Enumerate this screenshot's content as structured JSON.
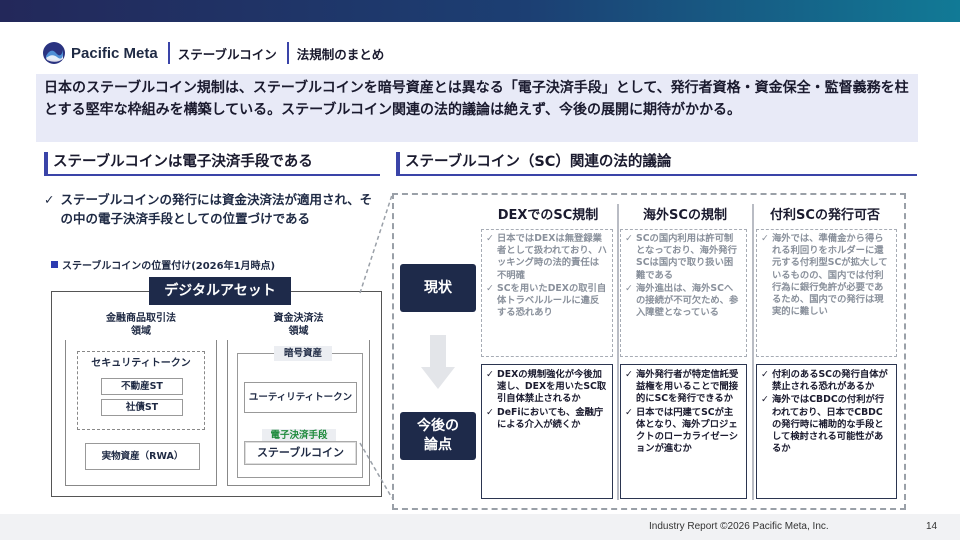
{
  "header": {
    "logo_text": "Pacific Meta",
    "breadcrumb": [
      "ステーブルコイン",
      "法規制のまとめ"
    ]
  },
  "summary": "日本のステーブルコイン規制は、ステーブルコインを暗号資産とは異なる「電子決済手段」として、発行者資格・資金保全・監督義務を柱とする堅牢な枠組みを構築している。ステーブルコイン関連の法的議論は絶えず、今後の展開に期待がかかる。",
  "left": {
    "title": "ステーブルコインは電子決済手段である",
    "check_mark": "✓",
    "text": "ステーブルコインの発行には資金決済法が適用され、その中の電子決済手段としての位置づけである",
    "position_label": "ステーブルコインの位置付け(2026年1月時点)",
    "diagram": {
      "title": "デジタルアセット",
      "fi_law": "金融商品取引法\n領域",
      "security_token": "セキュリティトークン",
      "real_estate_st": "不動産ST",
      "bond_st": "社債ST",
      "rwa": "実物資産（RWA）",
      "payment_law": "資金決済法\n領域",
      "crypto_asset": "暗号資産",
      "utility_token": "ユーティリティトークン",
      "e_payment": "電子決済手段",
      "stablecoin": "ステーブルコイン"
    }
  },
  "right": {
    "title": "ステーブルコイン（SC）関連の法的議論",
    "columns": [
      "DEXでのSC規制",
      "海外SCの規制",
      "付利SCの発行可否"
    ],
    "rows": [
      "現状",
      "今後の\n論点"
    ],
    "current": [
      [
        "日本ではDEXは無登録業者として扱われており、ハッキング時の法的責任は不明確",
        "SCを用いたDEXの取引自体トラベルルールに違反する恐れあり"
      ],
      [
        "SCの国内利用は許可制となっており、海外発行SCは国内で取り扱い困難である",
        "海外進出は、海外SCへの接続が不可欠ため、参入障壁となっている"
      ],
      [
        "海外では、準備金から得られる利回りをホルダーに還元する付利型SCが拡大しているものの、国内では付利行為に銀行免許が必要であるため、国内での発行は現実的に難しい"
      ]
    ],
    "future": [
      [
        "DEXの規制強化が今後加速し、DEXを用いたSC取引自体禁止されるか",
        "DeFiにおいても、金融庁による介入が続くか"
      ],
      [
        "海外発行者が特定信託受益権を用いることで間接的にSCを発行できるか",
        "日本では円建てSCが主体となり、海外プロジェクトのローカライゼーションが進むか"
      ],
      [
        "付利のあるSCの発行自体が禁止される恐れがあるか",
        "海外ではCBDCの付利が行われており、日本でCBDCの発行時に補助的な手段として検討される可能性があるか"
      ]
    ]
  },
  "footer": {
    "text": "Industry Report ©2026 Pacific Meta, Inc.",
    "page": "14"
  },
  "colors": {
    "accent": "#3a44a8",
    "navy": "#1e2a4a",
    "summary_bg": "#e8eaf7"
  }
}
